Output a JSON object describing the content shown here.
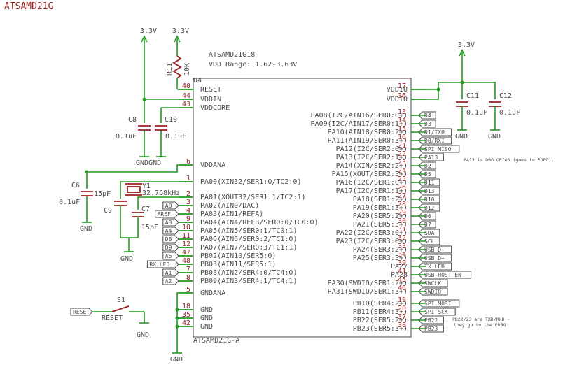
{
  "title": "ATSAMD21G",
  "chip": {
    "ref": "U4",
    "name": "ATSAMD21G18",
    "vdd_range": "VDD Range: 1.62-3.63V",
    "footer": "ATSAMD21G-A",
    "left_pins": [
      {
        "num": "40",
        "label": "RESET"
      },
      {
        "num": "44",
        "label": "VDDIN"
      },
      {
        "num": "43",
        "label": "VDDCORE"
      },
      {
        "num": "6",
        "label": "VDDANA"
      },
      {
        "num": "1",
        "label": "PA00(XIN32/SER1:0/TC2:0)"
      },
      {
        "num": "2",
        "label": "PA01(XOUT32/SER1:1/TC2:1)"
      },
      {
        "num": "3",
        "label": "PA02(AIN0/DAC)"
      },
      {
        "num": "4",
        "label": "PA03(AIN1/REFA)"
      },
      {
        "num": "9",
        "label": "PA04(AIN4/REFB/SER0:0/TC0:0)"
      },
      {
        "num": "10",
        "label": "PA05(AIN5/SER0:1/TC0:1)"
      },
      {
        "num": "11",
        "label": "PA06(AIN6/SER0:2/TC1:0)"
      },
      {
        "num": "12",
        "label": "PA07(AIN7/SER0:3/TC1:1)"
      },
      {
        "num": "47",
        "label": "PB02(AIN10/SER5:0)"
      },
      {
        "num": "48",
        "label": "PB03(AIN11/SER5:1)"
      },
      {
        "num": "7",
        "label": "PB08(AIN2/SER4:0/TC4:0)"
      },
      {
        "num": "8",
        "label": "PB09(AIN3/SER4:1/TC4:1)"
      },
      {
        "num": "5",
        "label": "GNDANA"
      },
      {
        "num": "18",
        "label": "GND"
      },
      {
        "num": "35",
        "label": "GND"
      },
      {
        "num": "42",
        "label": "GND"
      }
    ],
    "right_pins": [
      {
        "num": "17",
        "label": "VDDIO",
        "net": ""
      },
      {
        "num": "36",
        "label": "VDDIO",
        "net": ""
      },
      {
        "num": "13",
        "label": "PA08(I2C/AIN16/SER0:0+)",
        "net": "D4"
      },
      {
        "num": "14",
        "label": "PA09(I2C/AIN17/SER0:1+)",
        "net": "D3"
      },
      {
        "num": "15",
        "label": "PA10(AIN18/SER0:2+)",
        "net": "D1/TX0"
      },
      {
        "num": "16",
        "label": "PA11(AIN19/SER0:3+)",
        "net": "D0/RXI"
      },
      {
        "num": "21",
        "label": "PA12(I2C/SER2:0+)",
        "net": "SPI_MISO"
      },
      {
        "num": "22",
        "label": "PA13(I2C/SER2:1+)",
        "net": "PA13"
      },
      {
        "num": "23",
        "label": "PA14(XIN/SER2:2+)",
        "net": "D2"
      },
      {
        "num": "24",
        "label": "PA15(XOUT/SER2:3+)",
        "net": "D5"
      },
      {
        "num": "25",
        "label": "PA16(I2C/SER1:0+)",
        "net": "D11"
      },
      {
        "num": "26",
        "label": "PA17(I2C/SER1:1+)",
        "net": "D13"
      },
      {
        "num": "27",
        "label": "PA18(SER1:2+)",
        "net": "D10"
      },
      {
        "num": "28",
        "label": "PA19(SER1:3+)",
        "net": "D12"
      },
      {
        "num": "29",
        "label": "PA20(SER5:2+)",
        "net": "D6"
      },
      {
        "num": "30",
        "label": "PA21(SER5:3+)",
        "net": "D7"
      },
      {
        "num": "31",
        "label": "PA22(I2C/SER3:0+)",
        "net": "SDA"
      },
      {
        "num": "32",
        "label": "PA23(I2C/SER3:0+)",
        "net": "SCL"
      },
      {
        "num": "33",
        "label": "PA24(SER3:2+)",
        "net": "USB_D-"
      },
      {
        "num": "34",
        "label": "PA25(SER3:3+)",
        "net": "USB_D+"
      },
      {
        "num": "39",
        "label": "PA27",
        "net": "TX_LED"
      },
      {
        "num": "41",
        "label": "PA28",
        "net": "USB_HOST_EN"
      },
      {
        "num": "45",
        "label": "PA30(SWDIO/SER1:2+)",
        "net": "SWCLK"
      },
      {
        "num": "46",
        "label": "PA31(SWDIO/SER1:3+)",
        "net": "SWDIO"
      },
      {
        "num": "19",
        "label": "PB10(SER4:2+)",
        "net": "SPI_MOSI"
      },
      {
        "num": "20",
        "label": "PB11(SER4:3+)",
        "net": "SPI_SCK"
      },
      {
        "num": "37",
        "label": "PB22(SER5:2+)",
        "net": "PB22"
      },
      {
        "num": "38",
        "label": "PB23(SER5:3+)",
        "net": "PB23"
      }
    ],
    "left_nets": [
      "A0",
      "AREF",
      "A3",
      "A4",
      "D8",
      "D9",
      "A5",
      "RX_LED",
      "A1",
      "A2"
    ]
  },
  "power": {
    "v1": "3.3V",
    "v2": "3.3V",
    "v3": "3.3V",
    "resistor_ref": "R11",
    "resistor_val": "10K"
  },
  "caps": {
    "c8": {
      "ref": "C8",
      "val": "0.1uF"
    },
    "c10": {
      "ref": "C10",
      "val": "0.1uF"
    },
    "c11": {
      "ref": "C11",
      "val": "0.1uF"
    },
    "c12": {
      "ref": "C12",
      "val": "0.1uF"
    },
    "c6": {
      "ref": "C6",
      "val": "0.1uF"
    },
    "c9": {
      "ref": "C9",
      "val": "15pF"
    },
    "c7": {
      "ref": "C7",
      "val": "15pF"
    }
  },
  "crystal": {
    "ref": "Y1",
    "val": "32.768kHz"
  },
  "switch": {
    "ref": "S1",
    "label": "RESET",
    "net": "RESET"
  },
  "gnd_label": "GND",
  "gndgnd_label": "GNDGND",
  "notes": {
    "pa13": "PA13 is DBG GPIO0 (goes to EDBG).",
    "pb22_line1": "PB22/23 are TXD/RXD -",
    "pb22_line2": "they go to the EDBG"
  }
}
